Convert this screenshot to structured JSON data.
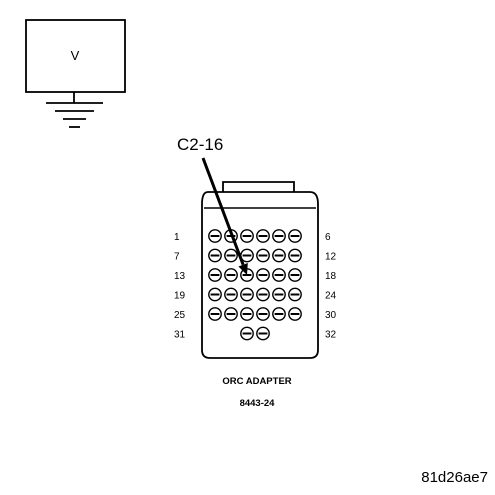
{
  "meter": {
    "symbol": "V",
    "icon": "voltmeter-icon",
    "ground_icon": "ground-icon"
  },
  "callout": {
    "label": "C2-16",
    "target_row": 3,
    "target_column": 3
  },
  "adapter": {
    "title": "ORC ADAPTER",
    "part_number": "8443-24",
    "pin_rows": [
      {
        "left": "1",
        "right": "6",
        "pins": 6
      },
      {
        "left": "7",
        "right": "12",
        "pins": 6
      },
      {
        "left": "13",
        "right": "18",
        "pins": 6
      },
      {
        "left": "19",
        "right": "24",
        "pins": 6
      },
      {
        "left": "25",
        "right": "30",
        "pins": 6
      },
      {
        "left": "31",
        "right": "32",
        "pins": 2
      }
    ]
  },
  "image_code": "81d26ae7"
}
